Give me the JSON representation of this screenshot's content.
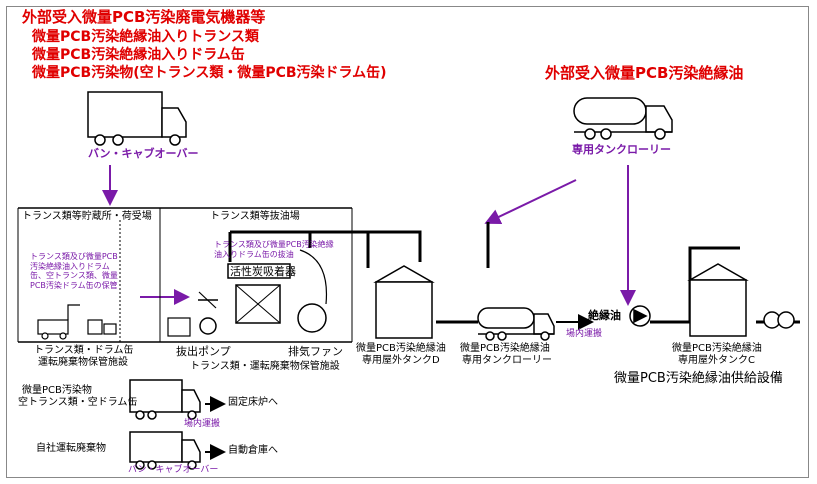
{
  "header": {
    "external_intake_title": "外部受入微量PCB汚染廃電気機器等",
    "item1": "微量PCB汚染絶縁油入りトランス類",
    "item2": "微量PCB汚染絶縁油入りドラム缶",
    "item3": "微量PCB汚染物(空トランス類・微量PCB汚染ドラム缶)",
    "external_oil_title": "外部受入微量PCB汚染絶縁油"
  },
  "vehicles": {
    "van_label": "バン・キャブオーバー",
    "tank_lorry_label": "専用タンクローリー",
    "tank_lorry2_label": "専用タンクローリー",
    "van2_label": "バン・キャブオーバー"
  },
  "areas": {
    "storage_area_title": "トランス類等貯蔵所・荷受場",
    "storage_note": "トランス類及び微量PCB汚染絶縁油入りドラム缶、空トランス類、微量PCB汚染ドラム缶の保管",
    "drain_area_title": "トランス類等抜油場",
    "drain_note": "トランス類及び微量PCB汚染絶縁油入りドラム缶の抜油",
    "activated_carbon": "活性炭吸着器",
    "pump_label": "抜出ポンプ",
    "fan_label": "排気ファン",
    "storage_facility_label_line1": "トランス類・ドラム缶",
    "storage_facility_label_line2": "運転廃棄物保管施設",
    "waste_storage_label": "トランス類・運転廃棄物保管施設"
  },
  "tanks": {
    "tank_d_line1": "微量PCB汚染絶縁油",
    "tank_d_line2": "専用屋外タンクD",
    "tank_c_line1": "微量PCB汚染絶縁油",
    "tank_c_line2": "専用屋外タンクC",
    "supply_facility": "微量PCB汚染絶縁油供給設備",
    "insulating_oil": "絶縁油",
    "onsite_transport": "場内運搬"
  },
  "outgoing": {
    "row1_line1": "微量PCB汚染物",
    "row1_line2": "空トランス類・空ドラム缶",
    "row1_dest": "固定床炉へ",
    "transport_label": "場内運搬",
    "row2_label": "自社運転廃棄物",
    "row2_dest": "自動倉庫へ"
  },
  "colors": {
    "title_red": "#e00000",
    "flow_purple": "#7a1aa8"
  }
}
